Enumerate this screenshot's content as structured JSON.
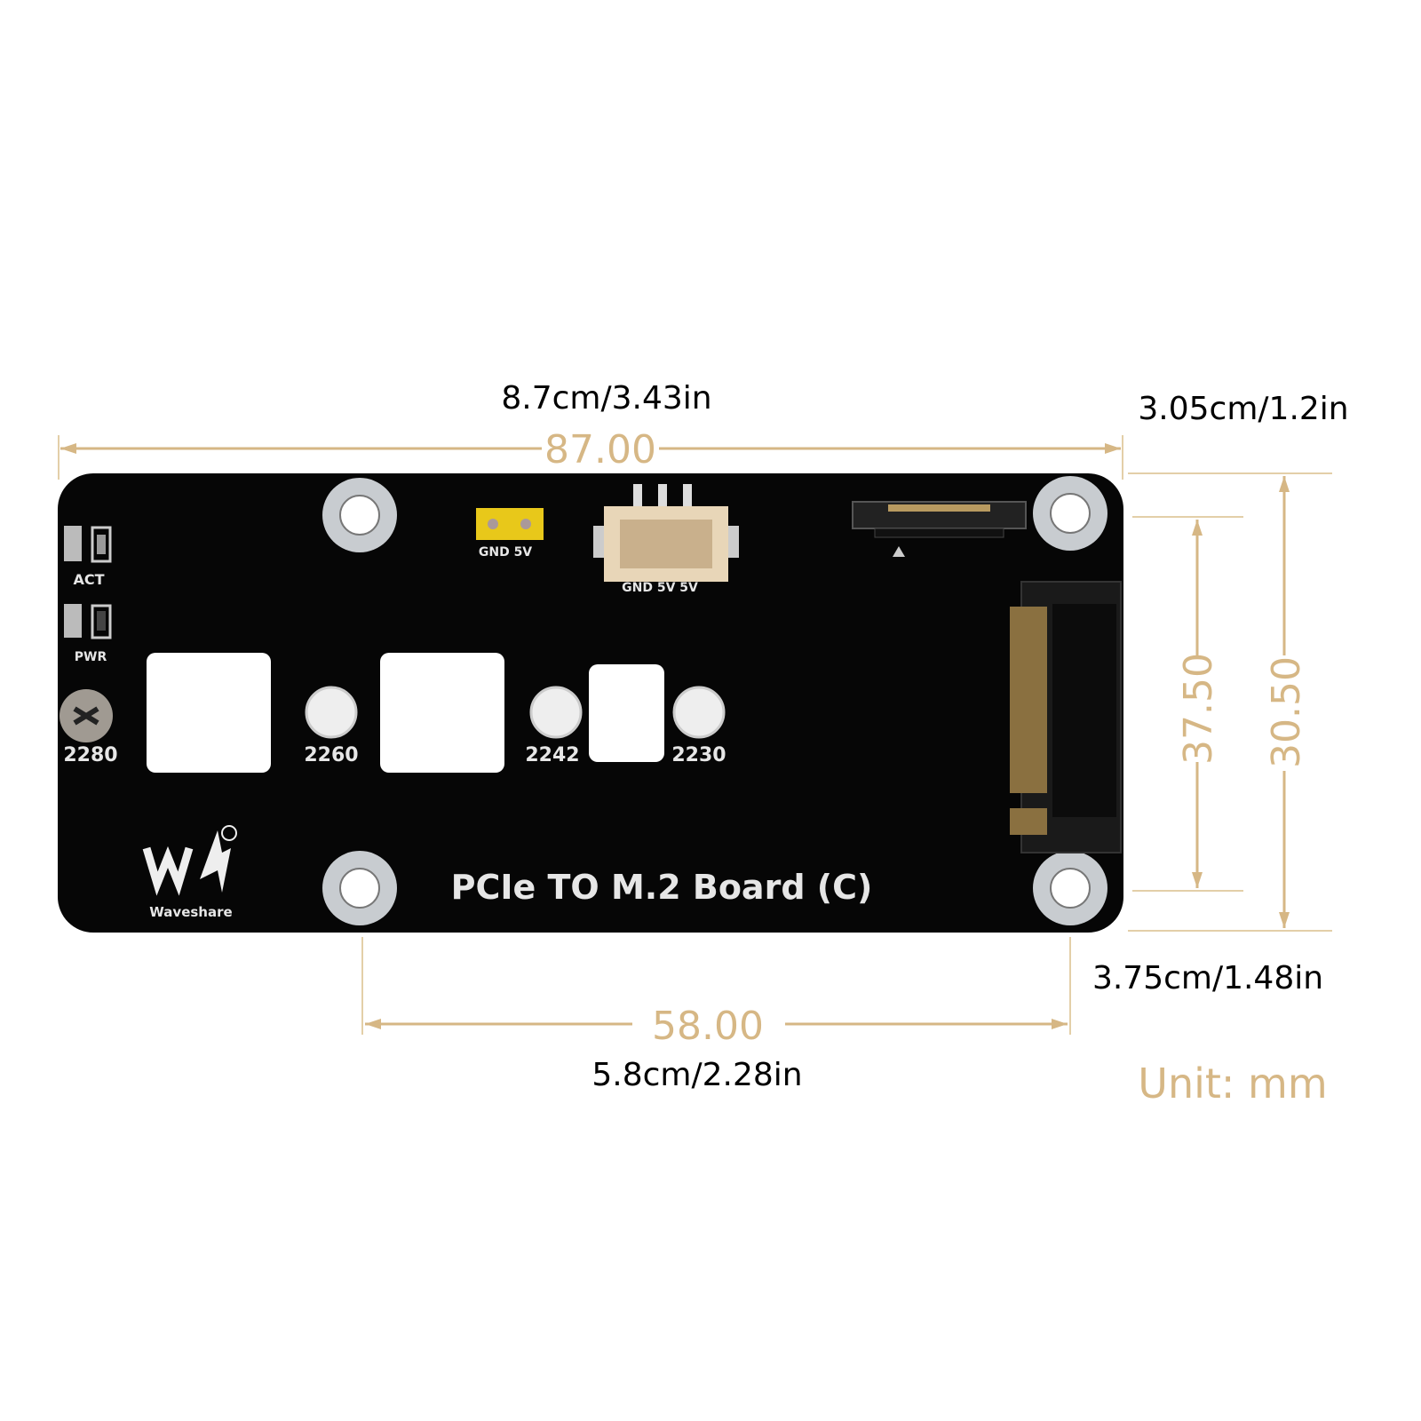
{
  "dimensions": {
    "width_mm": "87.00",
    "width_conv": "8.7cm/3.43in",
    "hole_spacing_mm": "58.00",
    "hole_spacing_conv": "5.8cm/2.28in",
    "height_outer_mm": "30.50",
    "height_outer_conv": "3.05cm/1.2in",
    "height_inner_mm": "37.50",
    "height_inner_conv": "3.75cm/1.48in",
    "unit_label": "Unit: mm"
  },
  "board": {
    "title": "PCIe TO M.2 Board (C)",
    "brand": "Waveshare",
    "brand_mark": "WS",
    "led_labels": [
      "ACT",
      "PWR"
    ],
    "jumper_label": "GND 5V",
    "fan_label": "GND 5V 5V",
    "size_labels": [
      "2280",
      "2260",
      "2242",
      "2230"
    ]
  },
  "colors": {
    "dimension": "#d6b785",
    "board": "#060606",
    "pad": "#c8ccd0"
  }
}
